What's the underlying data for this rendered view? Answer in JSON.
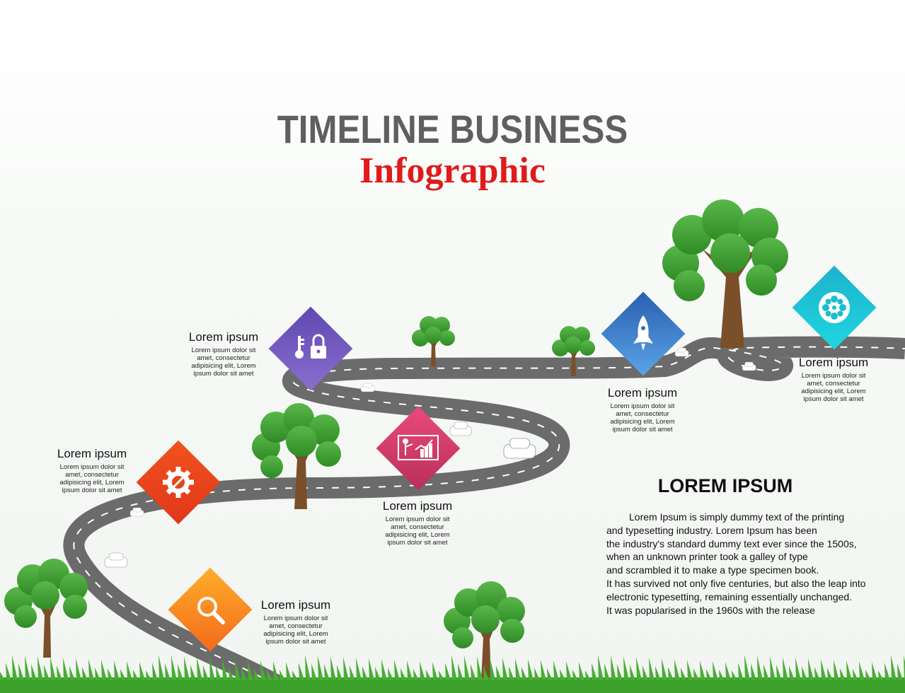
{
  "header": {
    "title": "TIMELINE BUSINESS",
    "subtitle": "Infographic"
  },
  "steps": [
    {
      "icon": "magnifier-icon",
      "color": "#f57f1f",
      "title": "Lorem ipsum",
      "text": "Lorem ipsum dolor sit amet, consectetur adipisicing elit, Lorem ipsum dolor sit amet"
    },
    {
      "icon": "gear-wrench-icon",
      "color": "#e8431c",
      "title": "Lorem ipsum",
      "text": "Lorem ipsum dolor sit amet, consectetur adipisicing elit, Lorem ipsum dolor sit amet"
    },
    {
      "icon": "presentation-chart-icon",
      "color": "#d2386a",
      "title": "Lorem ipsum",
      "text": "Lorem ipsum dolor sit amet, consectetur adipisicing elit, Lorem ipsum dolor sit amet"
    },
    {
      "icon": "key-lock-icon",
      "color": "#6a51b5",
      "title": "Lorem ipsum",
      "text": "Lorem ipsum dolor sit amet, consectetur adipisicing elit, Lorem ipsum dolor sit amet"
    },
    {
      "icon": "rocket-icon",
      "color": "#2f6dbf",
      "title": "Lorem ipsum",
      "text": "Lorem ipsum dolor sit amet, consectetur adipisicing elit, Lorem ipsum dolor sit amet"
    },
    {
      "icon": "film-reel-icon",
      "color": "#1bbcd0",
      "title": "Lorem ipsum",
      "text": "Lorem ipsum dolor sit amet, consectetur adipisicing elit, Lorem ipsum dolor sit amet"
    }
  ],
  "main": {
    "heading": "LOREM IPSUM",
    "lines": [
      "Lorem Ipsum is simply dummy text of the printing",
      "and typesetting industry. Lorem Ipsum has been",
      "the industry's standard dummy text ever since the 1500s,",
      "when an unknown printer took a galley of type",
      "and scrambled it to make a type specimen book.",
      "It has survived not only five centuries, but also the leap into",
      "electronic typesetting, remaining essentially unchanged.",
      "It was popularised in the 1960s with the release"
    ]
  },
  "colors": {
    "road": "#6b6b6b",
    "road_mark": "#ffffff",
    "tree_leaf": "#3f9a2e",
    "tree_trunk": "#7a4f2a",
    "grass": "#3aa02a",
    "title": "#5f5f5f",
    "subtitle": "#e01b1b"
  }
}
